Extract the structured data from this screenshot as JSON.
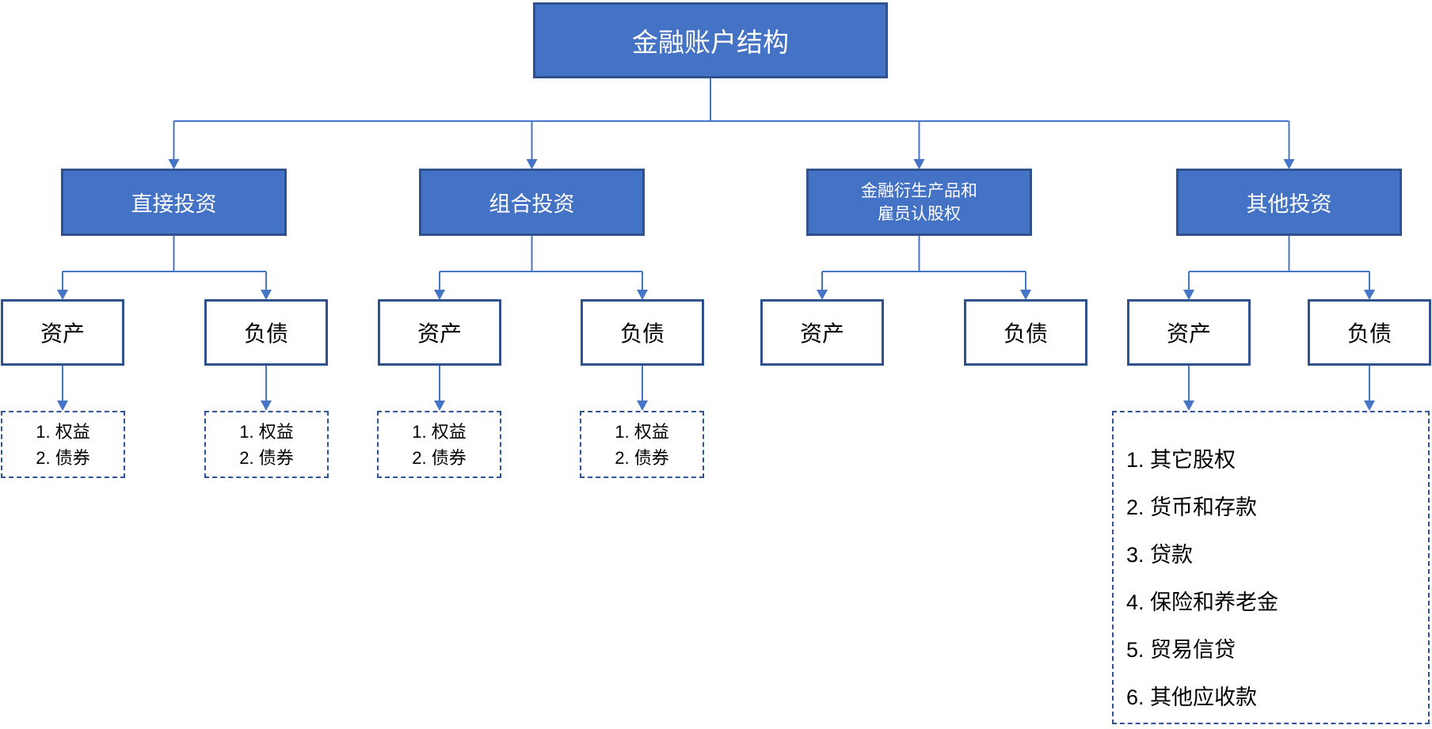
{
  "diagram": {
    "root": {
      "label": "金融账户结构"
    },
    "branches": [
      {
        "label": "直接投资",
        "children": [
          {
            "label": "资产",
            "items": [
              "1. 权益",
              "2. 债券"
            ]
          },
          {
            "label": "负债",
            "items": [
              "1. 权益",
              "2. 债券"
            ]
          }
        ]
      },
      {
        "label": "组合投资",
        "children": [
          {
            "label": "资产",
            "items": [
              "1. 权益",
              "2. 债券"
            ]
          },
          {
            "label": "负债",
            "items": [
              "1. 权益",
              "2. 债券"
            ]
          }
        ]
      },
      {
        "label_line1": "金融衍生产品和",
        "label_line2": "雇员认股权",
        "children": [
          {
            "label": "资产"
          },
          {
            "label": "负债"
          }
        ]
      },
      {
        "label": "其他投资",
        "children": [
          {
            "label": "资产"
          },
          {
            "label": "负债"
          }
        ],
        "shared_items": [
          "1. 其它股权",
          "2. 货币和存款",
          "3. 贷款",
          "4. 保险和养老金",
          "5. 贸易信贷",
          "6. 其他应收款"
        ]
      }
    ],
    "colors": {
      "node_fill": "#4472C4",
      "node_border": "#2F528F",
      "connector": "#4674C6",
      "dashed_border": "#2F5496",
      "node_text": "#ffffff",
      "leaf_text": "#000000"
    }
  }
}
